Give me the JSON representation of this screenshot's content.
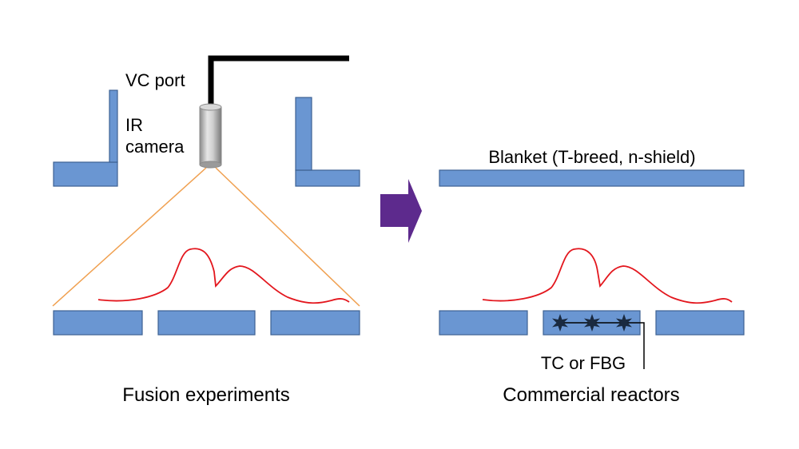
{
  "colors": {
    "plate_fill": "#6a96d2",
    "plate_stroke": "#3e6192",
    "heat_profile": "#e3161d",
    "view_lines": "#f0a050",
    "arrow": "#5d2a8d",
    "cable": "#000000"
  },
  "left_panel": {
    "vc_port_label": "VC port",
    "ir_camera_label_line1": "IR",
    "ir_camera_label_line2": "camera",
    "caption": "Fusion experiments"
  },
  "right_panel": {
    "blanket_label": "Blanket (T-breed, n-shield)",
    "sensor_label": "TC or FBG",
    "caption": "Commercial reactors"
  },
  "icons": {
    "arrow": "right-arrow-icon",
    "sensor": "star-sensor-icon",
    "camera": "camera-cylinder-icon"
  }
}
